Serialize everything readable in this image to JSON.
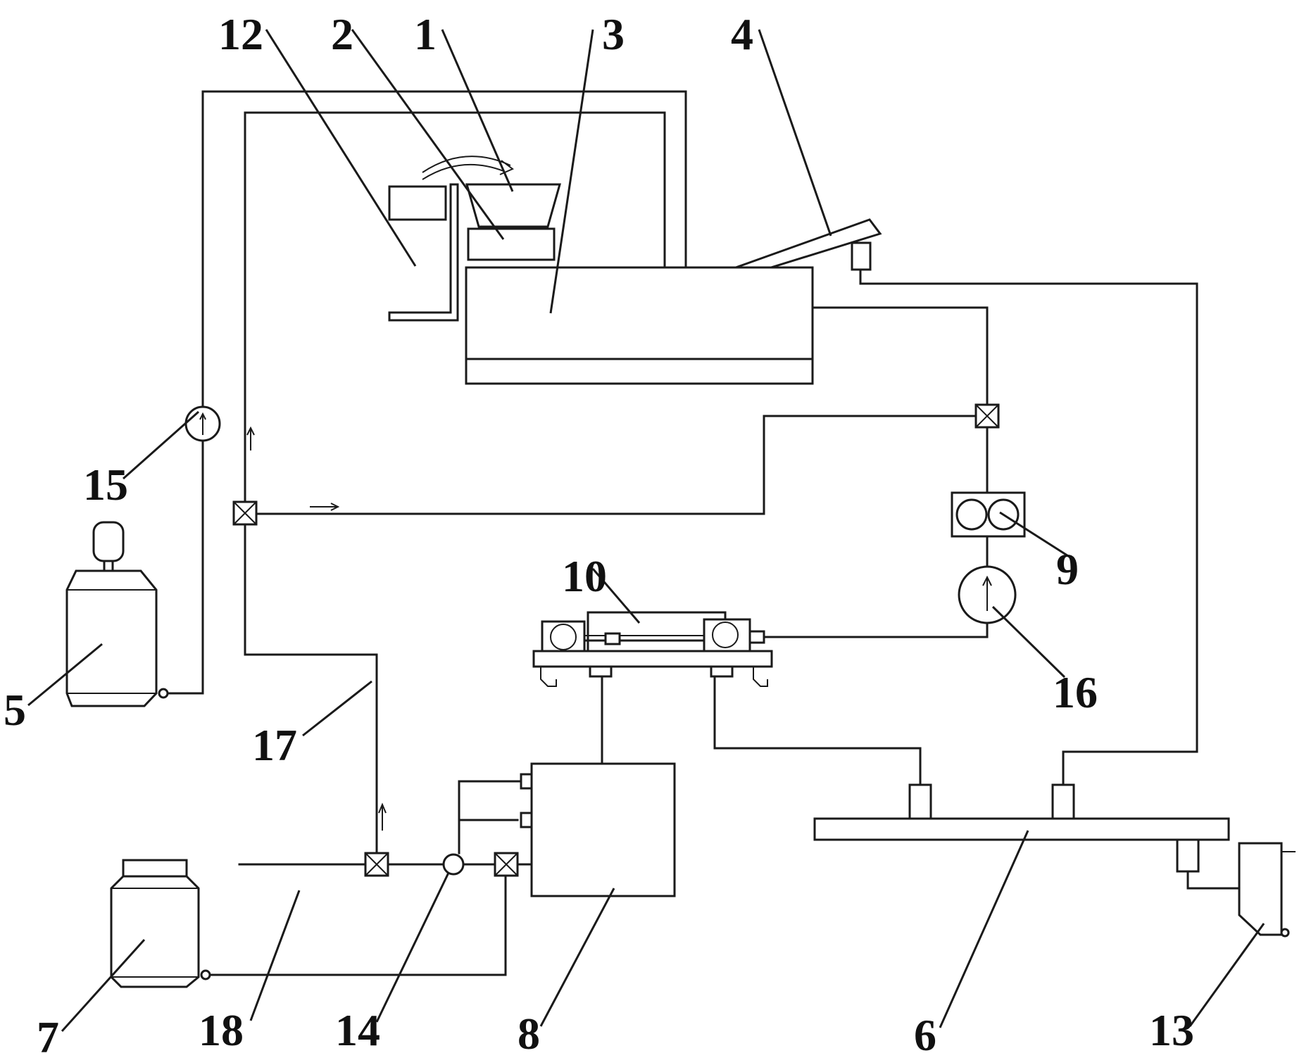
{
  "labels": {
    "l1": "1",
    "l2": "2",
    "l3": "3",
    "l4": "4",
    "l5": "5",
    "l6": "6",
    "l7": "7",
    "l8": "8",
    "l9": "9",
    "l10": "10",
    "l12": "12",
    "l13": "13",
    "l14": "14",
    "l15": "15",
    "l16": "16",
    "l17": "17",
    "l18": "18"
  },
  "colors": {
    "ink": "#1a1a1a",
    "paper": "#ffffff"
  }
}
